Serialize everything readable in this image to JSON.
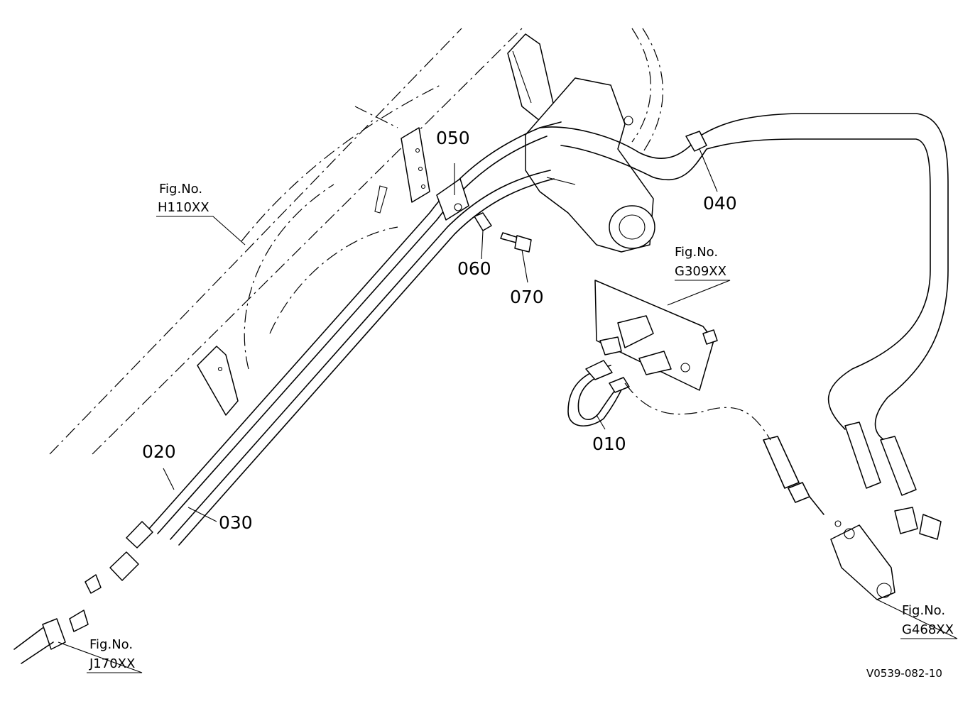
{
  "parts": [
    {
      "id": "p010",
      "label": "010"
    },
    {
      "id": "p020",
      "label": "020"
    },
    {
      "id": "p030",
      "label": "030"
    },
    {
      "id": "p040",
      "label": "040"
    },
    {
      "id": "p050",
      "label": "050"
    },
    {
      "id": "p060",
      "label": "060"
    },
    {
      "id": "p070",
      "label": "070"
    }
  ],
  "figure_refs": [
    {
      "id": "h110",
      "caption": "Fig.No.",
      "code": "H110XX"
    },
    {
      "id": "g309",
      "caption": "Fig.No.",
      "code": "G309XX"
    },
    {
      "id": "g468",
      "caption": "Fig.No.",
      "code": "G468XX"
    },
    {
      "id": "j170",
      "caption": "Fig.No.",
      "code": "J170XX"
    }
  ],
  "drawing_code": "V0539-082-10"
}
